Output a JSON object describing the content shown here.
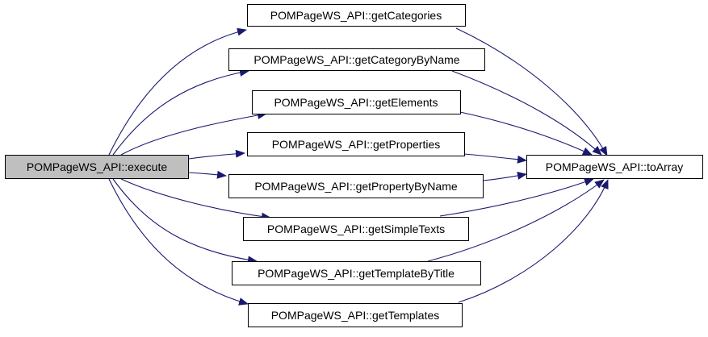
{
  "graph": {
    "root": "POMPageWS_API::execute",
    "callees": [
      "POMPageWS_API::getCategories",
      "POMPageWS_API::getCategoryByName",
      "POMPageWS_API::getElements",
      "POMPageWS_API::getProperties",
      "POMPageWS_API::getPropertyByName",
      "POMPageWS_API::getSimpleTexts",
      "POMPageWS_API::getTemplateByTitle",
      "POMPageWS_API::getTemplates"
    ],
    "sink": "POMPageWS_API::toArray",
    "colors": {
      "edge": "#191970",
      "root_fill": "#bfbfbf",
      "node_fill": "#ffffff",
      "border": "#000000"
    }
  }
}
